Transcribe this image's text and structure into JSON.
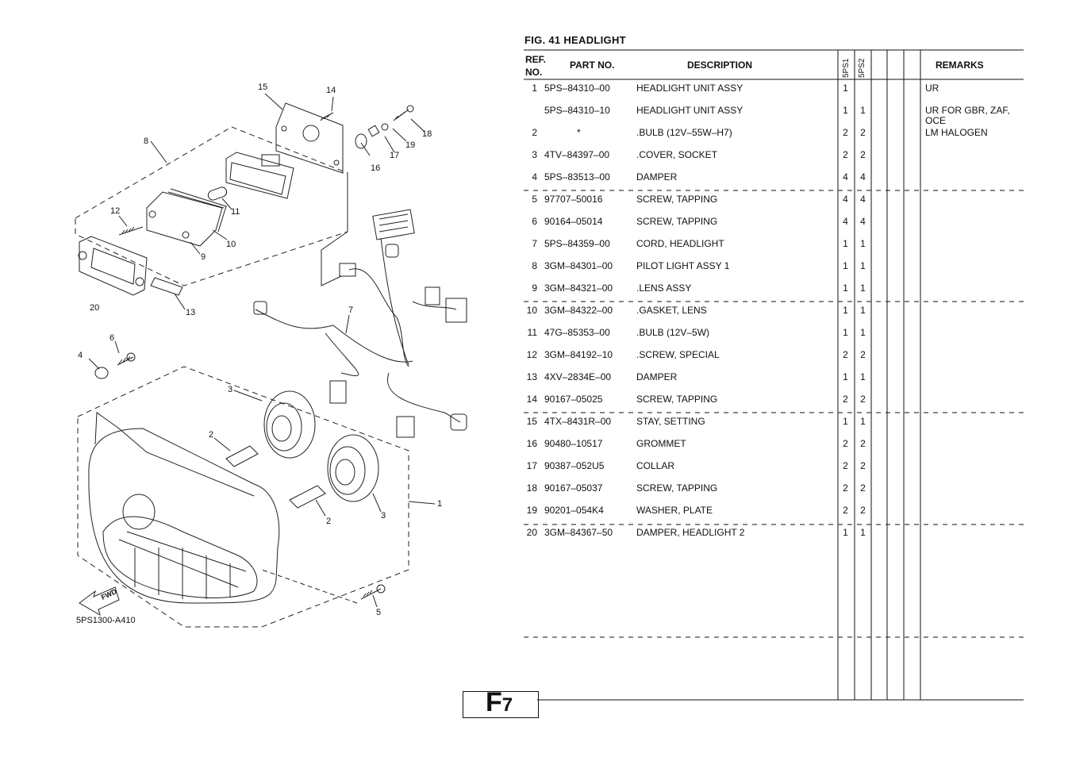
{
  "figure": {
    "number_label": "FIG.  41   HEADLIGHT"
  },
  "table": {
    "headers": {
      "ref_no_line1": "REF.",
      "ref_no_line2": "NO.",
      "part_no": "PART NO.",
      "description": "DESCRIPTION",
      "model_1": "5PS1",
      "model_2": "5PS2",
      "remarks": "REMARKS"
    },
    "rows": [
      {
        "ref": "1",
        "part": "5PS–84310–00",
        "desc": "HEADLIGHT UNIT ASSY",
        "q1": "1",
        "q2": "",
        "remarks": "UR"
      },
      {
        "ref": "",
        "part": "5PS–84310–10",
        "desc": "HEADLIGHT UNIT ASSY",
        "q1": "1",
        "q2": "1",
        "remarks": "UR FOR GBR, ZAF,",
        "remarks2": "OCE"
      },
      {
        "ref": "2",
        "part": "*",
        "desc": ".BULB (12V–55W–H7)",
        "q1": "2",
        "q2": "2",
        "remarks": "LM HALOGEN"
      },
      {
        "ref": "3",
        "part": "4TV–84397–00",
        "desc": ".COVER, SOCKET",
        "q1": "2",
        "q2": "2",
        "remarks": ""
      },
      {
        "ref": "4",
        "part": "5PS–83513–00",
        "desc": "DAMPER",
        "q1": "4",
        "q2": "4",
        "remarks": ""
      },
      {
        "ref": "5",
        "part": "97707–50016",
        "desc": "SCREW, TAPPING",
        "q1": "4",
        "q2": "4",
        "remarks": ""
      },
      {
        "ref": "6",
        "part": "90164–05014",
        "desc": "SCREW, TAPPING",
        "q1": "4",
        "q2": "4",
        "remarks": ""
      },
      {
        "ref": "7",
        "part": "5PS–84359–00",
        "desc": "CORD, HEADLIGHT",
        "q1": "1",
        "q2": "1",
        "remarks": ""
      },
      {
        "ref": "8",
        "part": "3GM–84301–00",
        "desc": "PILOT LIGHT ASSY 1",
        "q1": "1",
        "q2": "1",
        "remarks": ""
      },
      {
        "ref": "9",
        "part": "3GM–84321–00",
        "desc": ".LENS ASSY",
        "q1": "1",
        "q2": "1",
        "remarks": ""
      },
      {
        "ref": "10",
        "part": "3GM–84322–00",
        "desc": ".GASKET, LENS",
        "q1": "1",
        "q2": "1",
        "remarks": ""
      },
      {
        "ref": "11",
        "part": "47G–85353–00",
        "desc": ".BULB (12V–5W)",
        "q1": "1",
        "q2": "1",
        "remarks": ""
      },
      {
        "ref": "12",
        "part": "3GM–84192–10",
        "desc": ".SCREW, SPECIAL",
        "q1": "2",
        "q2": "2",
        "remarks": ""
      },
      {
        "ref": "13",
        "part": "4XV–2834E–00",
        "desc": "DAMPER",
        "q1": "1",
        "q2": "1",
        "remarks": ""
      },
      {
        "ref": "14",
        "part": "90167–05025",
        "desc": "SCREW, TAPPING",
        "q1": "2",
        "q2": "2",
        "remarks": ""
      },
      {
        "ref": "15",
        "part": "4TX–8431R–00",
        "desc": "STAY, SETTING",
        "q1": "1",
        "q2": "1",
        "remarks": ""
      },
      {
        "ref": "16",
        "part": "90480–10517",
        "desc": "GROMMET",
        "q1": "2",
        "q2": "2",
        "remarks": ""
      },
      {
        "ref": "17",
        "part": "90387–052U5",
        "desc": "COLLAR",
        "q1": "2",
        "q2": "2",
        "remarks": ""
      },
      {
        "ref": "18",
        "part": "90167–05037",
        "desc": "SCREW, TAPPING",
        "q1": "2",
        "q2": "2",
        "remarks": ""
      },
      {
        "ref": "19",
        "part": "90201–054K4",
        "desc": "WASHER, PLATE",
        "q1": "2",
        "q2": "2",
        "remarks": ""
      },
      {
        "ref": "20",
        "part": "3GM–84367–50",
        "desc": "DAMPER, HEADLIGHT 2",
        "q1": "1",
        "q2": "1",
        "remarks": ""
      }
    ]
  },
  "diagram": {
    "drawing_code": "5PS1300-A410",
    "fwd_label": "FWD",
    "callouts": [
      "15",
      "14",
      "8",
      "18",
      "19",
      "17",
      "16",
      "11",
      "12",
      "10",
      "9",
      "20",
      "13",
      "7",
      "6",
      "4",
      "3",
      "2",
      "1",
      "5"
    ]
  },
  "page": {
    "letter": "F",
    "number": "7"
  }
}
